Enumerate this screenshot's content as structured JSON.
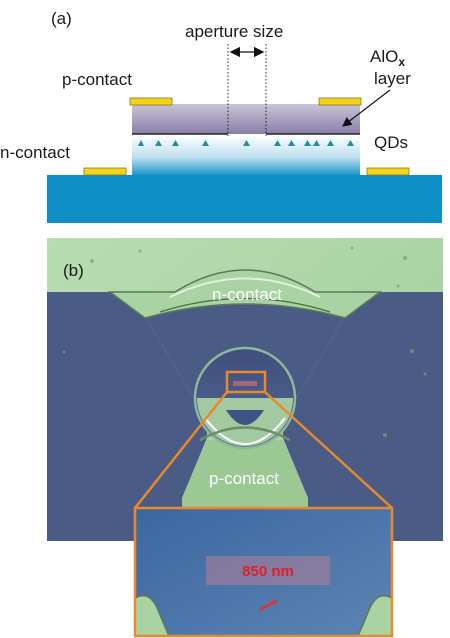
{
  "panel_a": {
    "label": "(a)",
    "aperture_label": "aperture size",
    "alox_label_main": "AlO",
    "alox_label_sub": "x",
    "alox_label_line2": "layer",
    "p_contact_label": "p-contact",
    "n_contact_label": "n-contact",
    "qds_label": "QDs"
  },
  "panel_b": {
    "label": "(b)",
    "n_contact_label": "n-contact",
    "p_contact_label": "p-contact",
    "inset_scale_label": "850 nm"
  },
  "colors": {
    "substrate": "#0e8fc4",
    "contact_pad": "#f4d21c",
    "qd_triangle": "#1f8f9c",
    "mesa_top": "#9b8fb4",
    "micrograph_green": "#a9d3a2",
    "micrograph_blue": "#4a5c86",
    "highlight_orange": "#e8892a",
    "scale_text": "#e0202a"
  }
}
